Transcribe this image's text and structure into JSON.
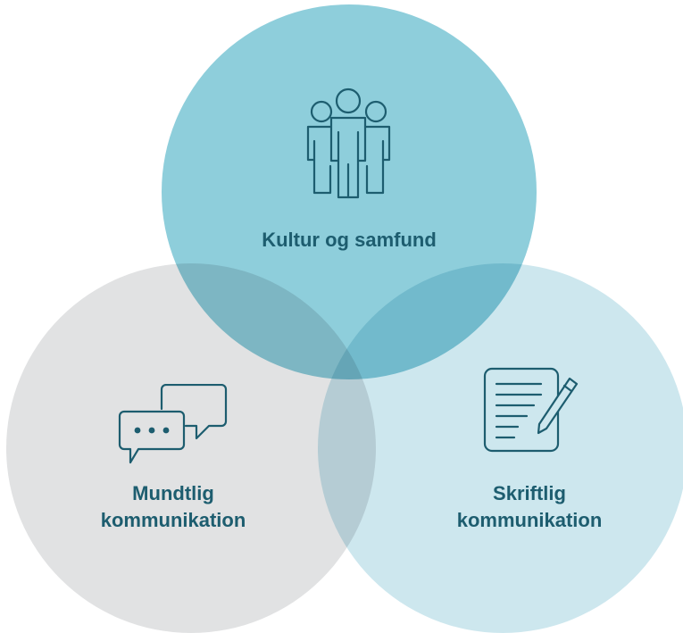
{
  "colors": {
    "top_circle": "#8ecedb",
    "left_circle": "#e1e2e3",
    "right_circle": "#cde7ee",
    "text": "#1d5d6f",
    "icon_stroke": "#1d5d6f"
  },
  "sets": [
    {
      "key": "top",
      "line1": "Kultur og samfund",
      "line2": "",
      "icon": "people-group-icon"
    },
    {
      "key": "left",
      "line1": "Mundtlig",
      "line2": "kommunikation",
      "icon": "speech-bubbles-icon"
    },
    {
      "key": "right",
      "line1": "Skriftlig",
      "line2": "kommunikation",
      "icon": "document-pen-icon"
    }
  ]
}
